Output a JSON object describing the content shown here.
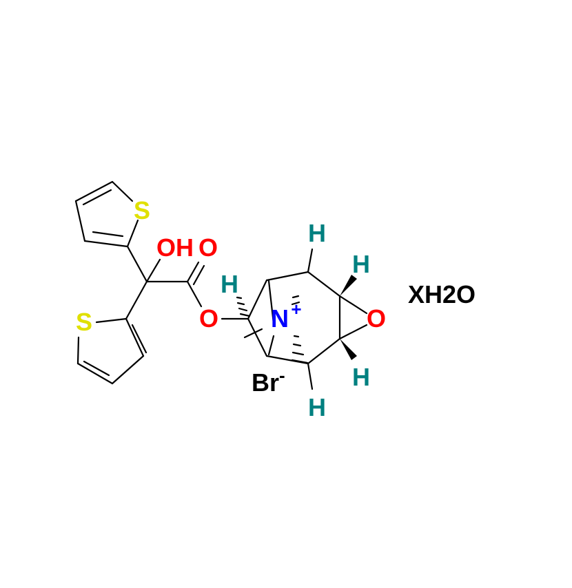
{
  "molecule": {
    "atoms": {
      "s_top": "S",
      "s_bottom": "S",
      "oh": "OH",
      "carbonyl_o": "O",
      "ester_o": "O",
      "n": "N",
      "n_charge": "+",
      "epoxide_o": "O",
      "h_top": "H",
      "h_upper_right": "H",
      "h_left": "H",
      "h_lower_right": "H",
      "h_bottom": "H"
    },
    "counterion": {
      "symbol": "Br",
      "charge": "-"
    },
    "hydrate": "XH2O"
  },
  "colors": {
    "bond": "#000000",
    "oxygen": "#ff0000",
    "sulfur": "#e0e000",
    "nitrogen": "#0000ff",
    "hydrogen": "#008080",
    "text": "#000000"
  }
}
